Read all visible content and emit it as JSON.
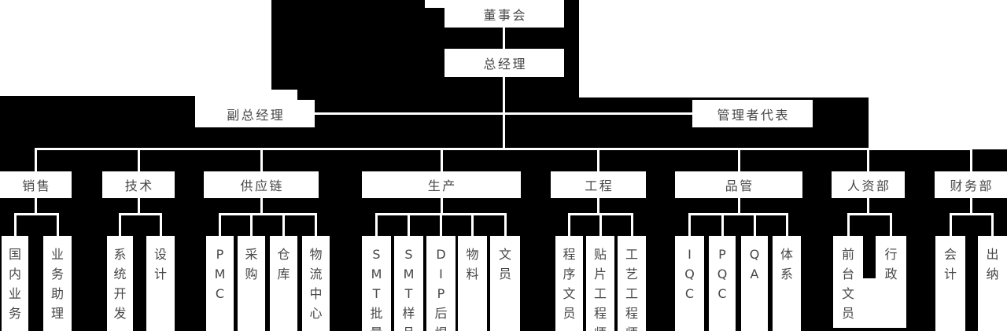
{
  "colors": {
    "background": "#000000",
    "box_fill": "#ffffff",
    "box_text": "#474747",
    "connector": "#ffffff"
  },
  "nodes": {
    "board": "董事会",
    "general_manager": "总经理",
    "deputy_general_manager": "副总经理",
    "management_representative": "管理者代表"
  },
  "departments": [
    {
      "label": "销售",
      "children": [
        "国内业务",
        "业务助理"
      ]
    },
    {
      "label": "技术",
      "children": [
        "系统开发",
        "设计"
      ]
    },
    {
      "label": "供应链",
      "children": [
        "PMC",
        "采购",
        "仓库",
        "物流中心"
      ]
    },
    {
      "label": "生产",
      "children": [
        "SMT批量",
        "SMT样品",
        "DIP后焊",
        "物料",
        "文员"
      ]
    },
    {
      "label": "工程",
      "children": [
        "程序文员",
        "贴片工程师",
        "工艺工程师"
      ]
    },
    {
      "label": "品管",
      "children": [
        "IQC",
        "PQC",
        "QA",
        "体系"
      ]
    },
    {
      "label": "人资部",
      "children": [
        "前台文员",
        "行政"
      ]
    },
    {
      "label": "财务部",
      "children": [
        "会计",
        "出纳"
      ]
    }
  ]
}
